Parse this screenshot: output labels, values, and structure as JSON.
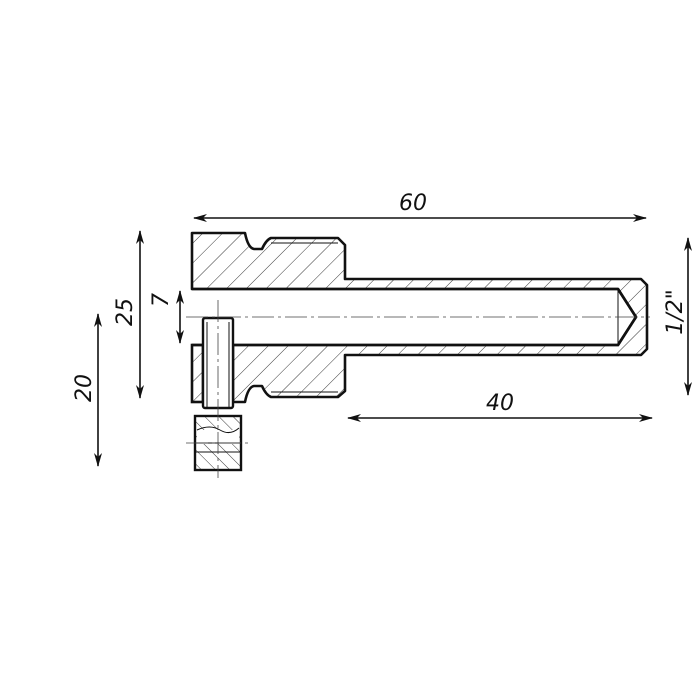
{
  "drawing": {
    "dimensions": {
      "overall_length": "60",
      "tube_length": "40",
      "thread_size": "1/2\"",
      "head_height": "25",
      "bore_diameter": "7",
      "screw_length": "20"
    },
    "colors": {
      "line": "#111111",
      "background": "#ffffff"
    }
  }
}
